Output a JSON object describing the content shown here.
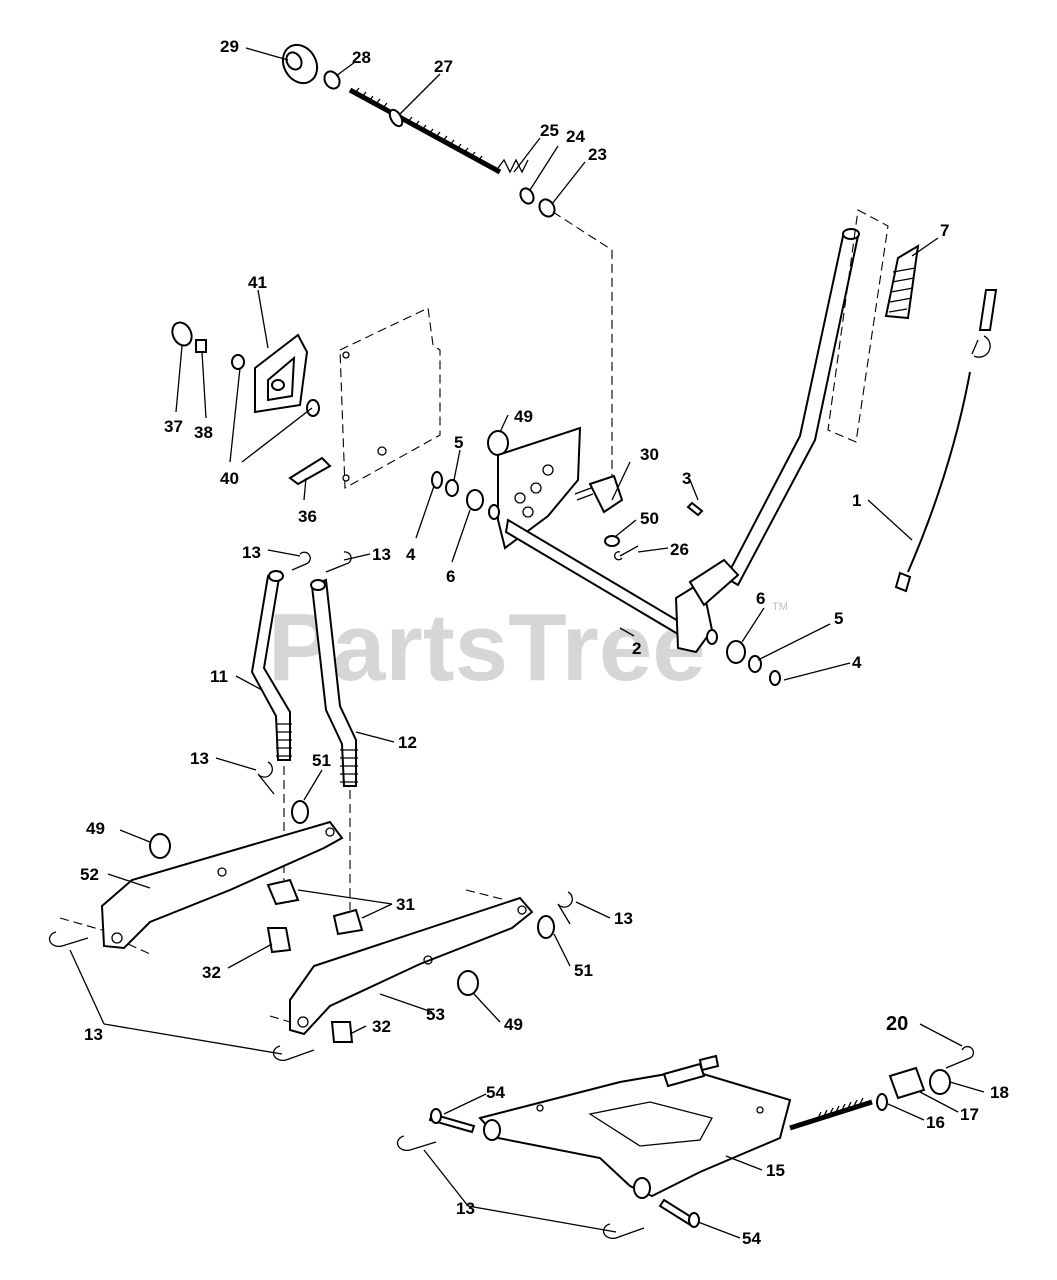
{
  "watermark": {
    "text": "PartsTree",
    "trademark": "TM"
  },
  "callouts": {
    "c29": "29",
    "c28": "28",
    "c27": "27",
    "c25": "25",
    "c24": "24",
    "c23": "23",
    "c41": "41",
    "c7": "7",
    "c37": "37",
    "c38": "38",
    "c40": "40",
    "c36": "36",
    "c49a": "49",
    "c5a": "5",
    "c30": "30",
    "c3": "3",
    "c4a": "4",
    "c6a": "6",
    "c50": "50",
    "c26": "26",
    "c1": "1",
    "c13a": "13",
    "c13b": "13",
    "c6b": "6",
    "c5b": "5",
    "c2": "2",
    "c4b": "4",
    "c11": "11",
    "c12": "12",
    "c13c": "13",
    "c51a": "51",
    "c49b": "49",
    "c52": "52",
    "c31": "31",
    "c13d": "13",
    "c32a": "32",
    "c51b": "51",
    "c53": "53",
    "c49c": "49",
    "c32b": "32",
    "c13e": "13",
    "c20": "20",
    "c18": "18",
    "c54a": "54",
    "c17": "17",
    "c16": "16",
    "c15": "15",
    "c13f": "13",
    "c54b": "54"
  }
}
